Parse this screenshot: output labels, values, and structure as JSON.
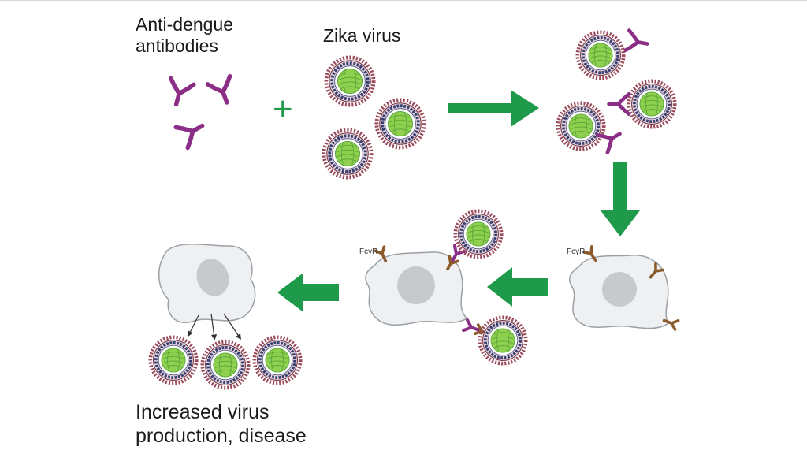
{
  "labels": {
    "antibodies_line1": "Anti-dengue",
    "antibodies_line2": "antibodies",
    "virus": "Zika virus",
    "outcome_line1": "Increased virus",
    "outcome_line2": "production, disease",
    "receptor_1": "FcγR",
    "receptor_2": "FcγR",
    "plus": "+"
  },
  "colors": {
    "antibody": "#8b2f86",
    "arrow": "#1e9a4a",
    "virus_core": "#8fd14f",
    "virus_ring": "#3a3f73",
    "virus_spikes": "#9a4a5a",
    "cell_fill": "#eef0f2",
    "cell_stroke": "#9aa0a6",
    "nucleus": "#c7c9cc",
    "receptor": "#8b5a2b"
  },
  "icons": [
    "antibody-icon",
    "zika-virion-icon",
    "macrophage-cell-icon",
    "fc-gamma-receptor-icon",
    "process-arrow-icon",
    "release-arrow-icon"
  ]
}
